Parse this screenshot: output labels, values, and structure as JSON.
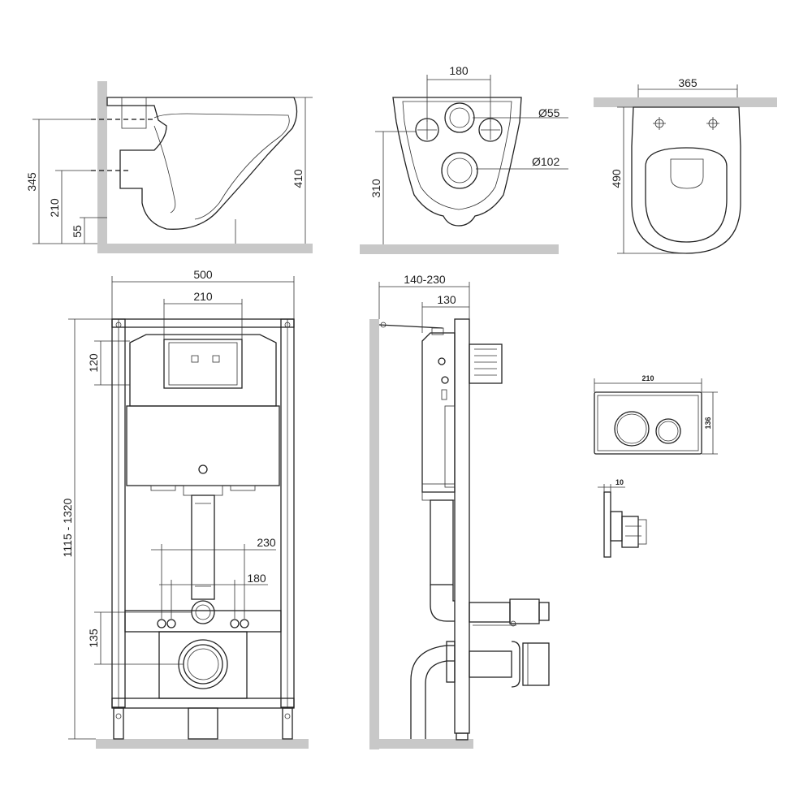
{
  "colors": {
    "wall": "#c8c8c8",
    "line": "#222222",
    "background": "#ffffff"
  },
  "side_view": {
    "dims": {
      "height_total": "410",
      "height_upper": "345",
      "height_mid": "210",
      "height_low": "55"
    }
  },
  "rear_view": {
    "dims": {
      "width_holes": "180",
      "hole_small": "Ø55",
      "hole_large": "Ø102",
      "height": "310"
    }
  },
  "top_view": {
    "dims": {
      "width": "365",
      "length": "490"
    }
  },
  "frame_front": {
    "dims": {
      "width": "500",
      "tank_width": "210",
      "tank_height": "120",
      "height_range": "1115 - 1320",
      "stud_spacing_outer": "230",
      "stud_spacing_inner": "180",
      "outlet_height": "135"
    }
  },
  "frame_side": {
    "dims": {
      "depth_range": "140-230",
      "depth": "130"
    }
  },
  "flush_plate": {
    "dims": {
      "width": "210",
      "height": "136",
      "thickness": "10"
    }
  }
}
